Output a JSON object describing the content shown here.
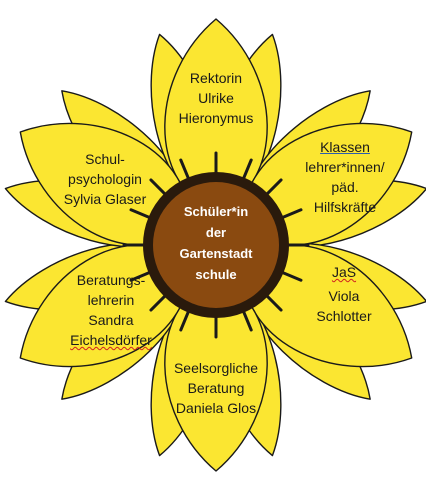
{
  "colors": {
    "petal_fill": "#fbe631",
    "petal_stroke": "#1a1a1a",
    "center_outer": "#2a1a0c",
    "center_inner": "#8a4a10",
    "center_text": "#ffffff"
  },
  "center": {
    "lines": [
      "Schüler*in",
      "der",
      "Gartenstadt",
      "schule"
    ]
  },
  "petals": {
    "top": {
      "lines": [
        "Rektorin",
        "Ulrike",
        "Hieronymus"
      ]
    },
    "upper_left": {
      "lines": [
        "Schul-",
        "psychologin",
        "Sylvia Glaser"
      ]
    },
    "upper_right": {
      "lines": [
        "Klassen",
        "lehrer*innen/",
        "päd.",
        "Hilfskräfte"
      ]
    },
    "lower_left": {
      "lines": [
        "Beratungs-",
        "lehrerin",
        "Sandra",
        "Eichelsdörfer"
      ]
    },
    "lower_right": {
      "lines": [
        "JaS",
        "Viola",
        "Schlotter"
      ]
    },
    "bottom": {
      "lines": [
        "Seelsorgliche",
        "Beratung",
        "Daniela Glos"
      ]
    }
  }
}
